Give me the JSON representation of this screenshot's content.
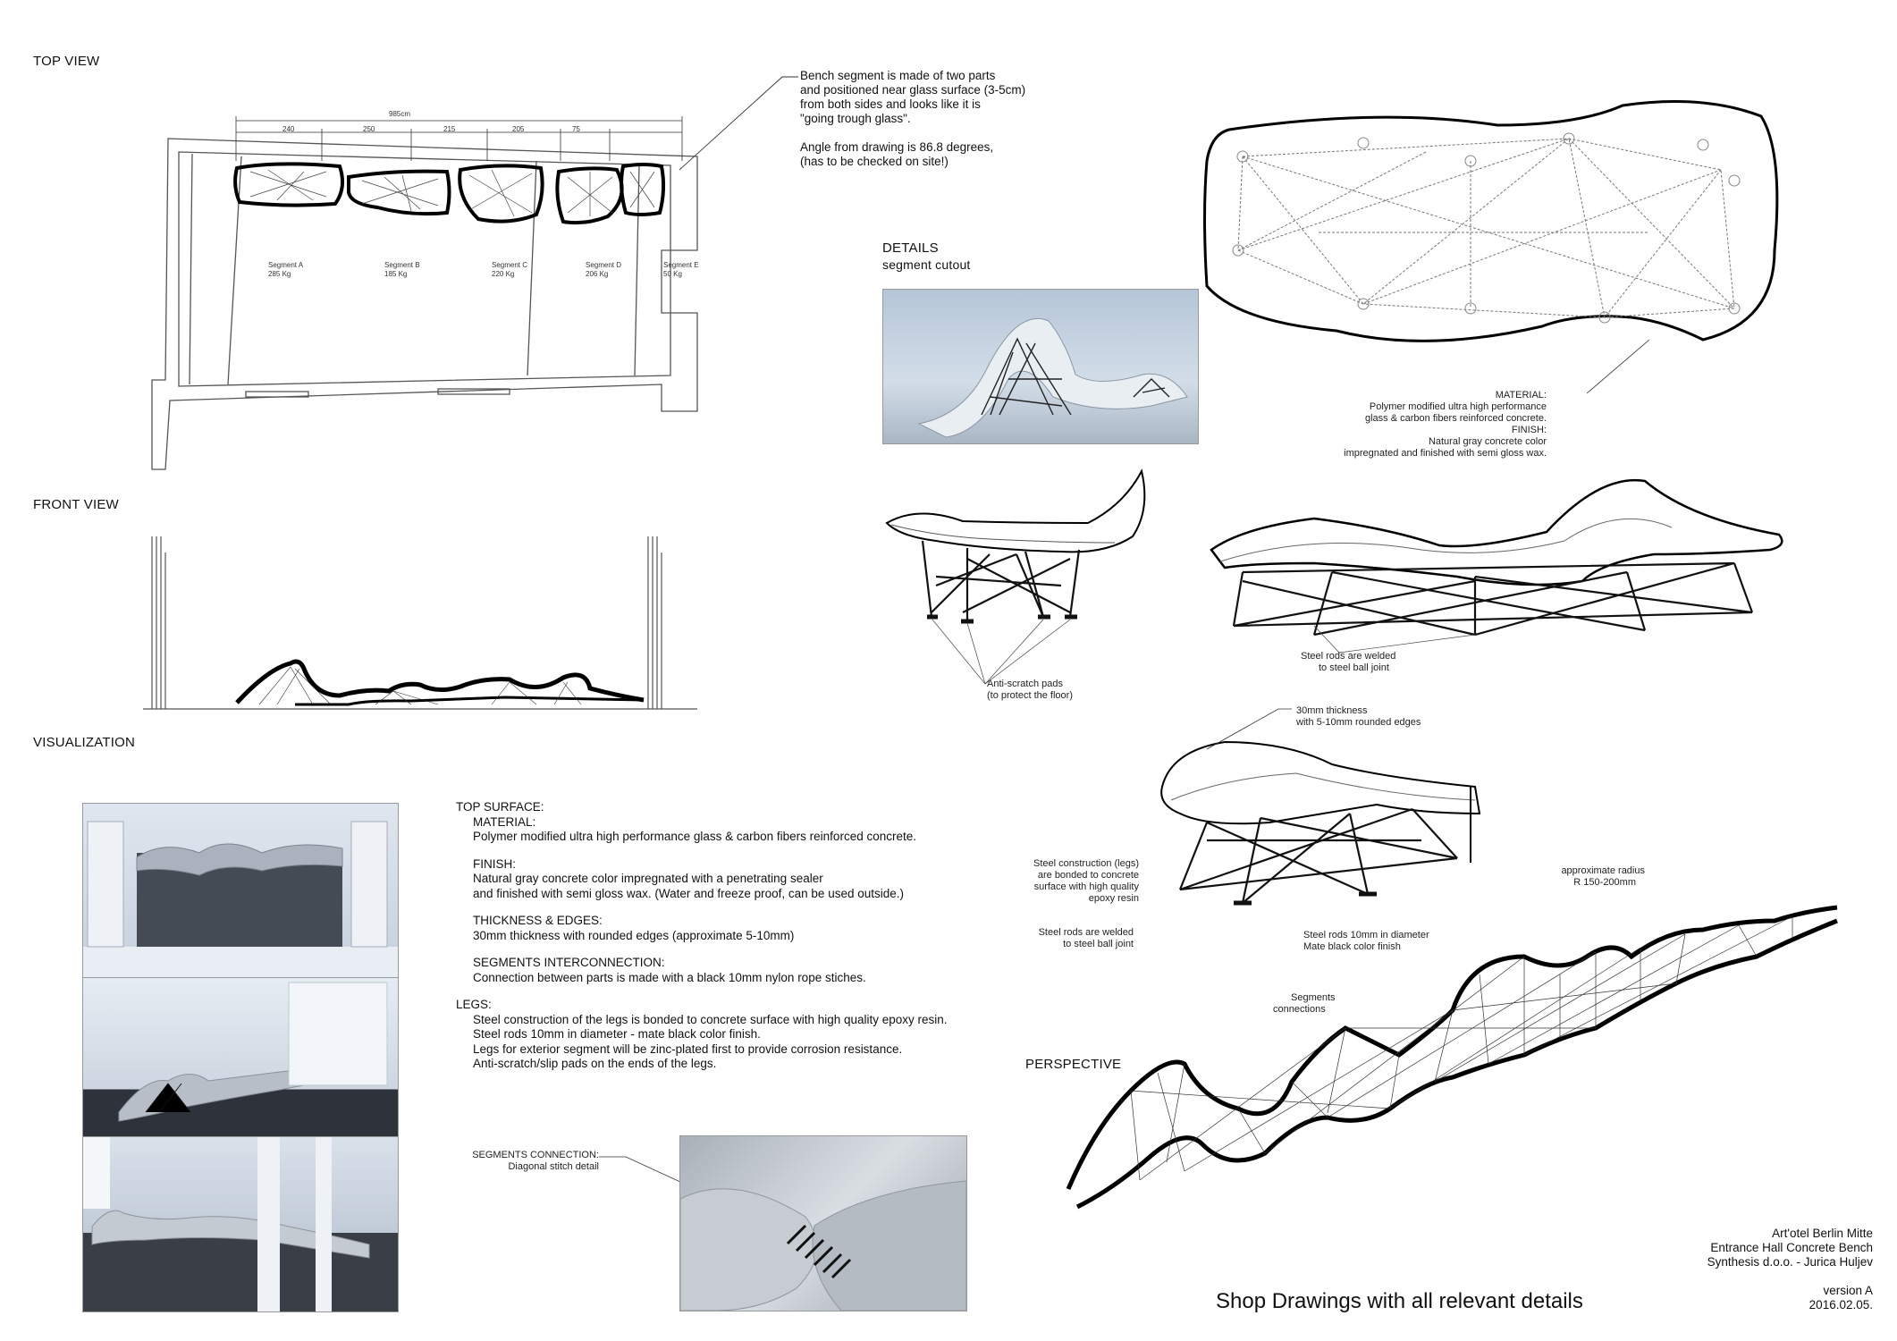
{
  "sections": {
    "top_view": "TOP VIEW",
    "front_view": "FRONT VIEW",
    "visualization": "VISUALIZATION",
    "perspective": "PERSPECTIVE",
    "details": "DETAILS",
    "details_sub": "segment cutout"
  },
  "top_view": {
    "total_dimension": "985cm",
    "dimensions": [
      "240",
      "250",
      "215",
      "205",
      "75"
    ],
    "segments": [
      {
        "name": "Segment A",
        "weight": "285 Kg"
      },
      {
        "name": "Segment B",
        "weight": "185 Kg"
      },
      {
        "name": "Segment C",
        "weight": "220 Kg"
      },
      {
        "name": "Segment D",
        "weight": "206 Kg"
      },
      {
        "name": "Segment E",
        "weight": "50 Kg"
      }
    ],
    "note_lines": [
      "Bench segment is made of two parts",
      "and positioned near glass surface (3-5cm)",
      "from both sides and looks like it is",
      "\"going trough glass\"."
    ],
    "angle_lines": [
      "Angle from drawing is 86.8 degrees,",
      "(has to be checked on site!)"
    ]
  },
  "callouts": {
    "material_title": "MATERIAL:",
    "material_lines": [
      "Polymer modified ultra high performance",
      "glass & carbon fibers reinforced concrete."
    ],
    "finish_title": "FINISH:",
    "finish_lines": [
      "Natural gray concrete color",
      "impregnated and finished with semi gloss wax."
    ],
    "steel_welded_top": [
      "Steel rods are welded",
      "to steel ball joint"
    ],
    "anti_scratch": [
      "Anti-scratch pads",
      "(to protect the floor)"
    ],
    "thickness": [
      "30mm thickness",
      "with 5-10mm rounded edges"
    ],
    "steel_construction": [
      "Steel construction (legs)",
      "are bonded to concrete",
      "surface with high quality",
      "epoxy resin"
    ],
    "steel_welded_left": [
      "Steel rods are welded",
      "to steel ball joint"
    ],
    "steel_diameter": [
      "Steel rods 10mm in diameter",
      "Mate black color finish"
    ],
    "radius": [
      "approximate radius",
      "R 150-200mm"
    ],
    "segment_connections": [
      "Segments",
      "connections"
    ],
    "segments_connection": [
      "SEGMENTS CONNECTION:",
      "Diagonal stitch detail"
    ]
  },
  "spec": {
    "top_surface": "TOP SURFACE:",
    "material_h": "MATERIAL:",
    "material": "Polymer modified ultra high performance glass & carbon fibers reinforced concrete.",
    "finish_h": "FINISH:",
    "finish_1": "Natural gray concrete color impregnated with a penetrating sealer",
    "finish_2": "and finished with semi gloss wax. (Water and freeze proof, can be used outside.)",
    "thickness_h": "THICKNESS & EDGES:",
    "thickness": "30mm thickness with rounded edges (approximate 5-10mm)",
    "interconnect_h": "SEGMENTS INTERCONNECTION:",
    "interconnect": "Connection between parts is made with a black 10mm nylon rope stiches.",
    "legs_h": "LEGS:",
    "legs_1": "Steel construction of the legs is bonded to concrete surface with high quality epoxy resin.",
    "legs_2": "Steel rods 10mm in diameter - mate black color finish.",
    "legs_3": "Legs for exterior segment will be zinc-plated first to provide corrosion resistance.",
    "legs_4": "Anti-scratch/slip pads on the ends of the legs."
  },
  "title_block": {
    "project": "Art'otel Berlin Mitte",
    "item": "Entrance Hall Concrete Bench",
    "company": "Synthesis d.o.o. - Jurica Huljev",
    "version": "version A",
    "date": "2016.02.05.",
    "caption": "Shop Drawings with all relevant details"
  }
}
